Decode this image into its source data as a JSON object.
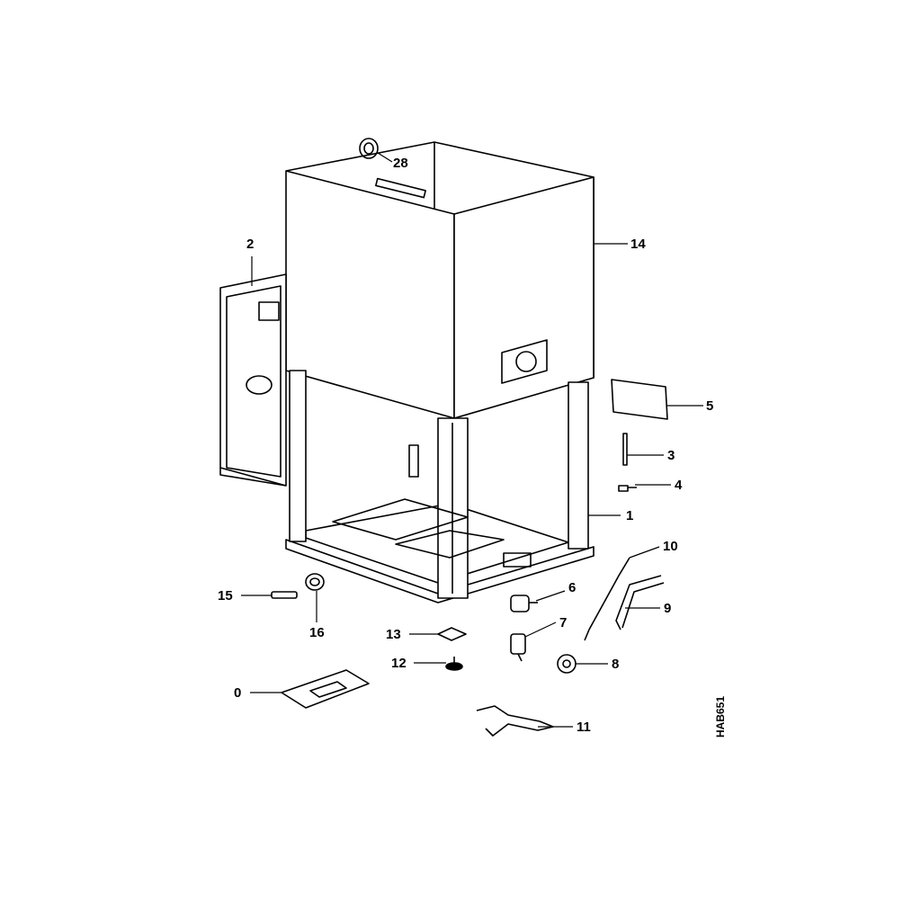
{
  "diagram": {
    "drawing_code": "HAB651",
    "callouts": [
      {
        "id": "28",
        "part": "grommet"
      },
      {
        "id": "2",
        "part": "side-panel"
      },
      {
        "id": "14",
        "part": "cabinet"
      },
      {
        "id": "5",
        "part": "cover"
      },
      {
        "id": "3",
        "part": "pin"
      },
      {
        "id": "4",
        "part": "clip"
      },
      {
        "id": "1",
        "part": "frame"
      },
      {
        "id": "10",
        "part": "rod"
      },
      {
        "id": "9",
        "part": "bracket"
      },
      {
        "id": "6",
        "part": "foot-holder"
      },
      {
        "id": "7",
        "part": "foot-holder"
      },
      {
        "id": "8",
        "part": "nut"
      },
      {
        "id": "15",
        "part": "clip"
      },
      {
        "id": "16",
        "part": "bushing"
      },
      {
        "id": "13",
        "part": "mount"
      },
      {
        "id": "12",
        "part": "foot"
      },
      {
        "id": "0",
        "part": "manual"
      },
      {
        "id": "11",
        "part": "wrench"
      }
    ]
  }
}
